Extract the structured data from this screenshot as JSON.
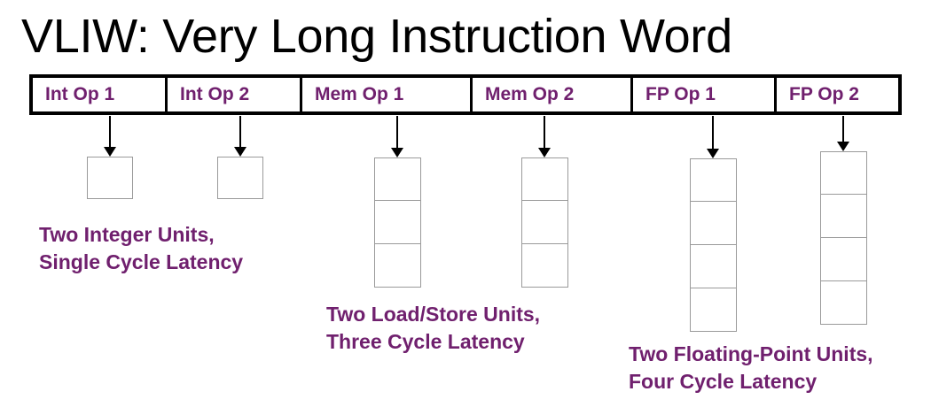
{
  "slide": {
    "title": "VLIW: Very Long Instruction Word",
    "title_color": "#000000",
    "accent_color": "#70206E",
    "background": "#ffffff",
    "border_color": "#000000",
    "cell_border_color": "#9a9a9a"
  },
  "bundle": {
    "name": "VLIW instruction bundle",
    "slots": [
      {
        "label": "Int Op 1"
      },
      {
        "label": "Int Op 2"
      },
      {
        "label": "Mem Op 1"
      },
      {
        "label": "Mem Op 2"
      },
      {
        "label": "FP Op 1"
      },
      {
        "label": "FP Op 2"
      }
    ]
  },
  "units": [
    {
      "slot": "Int Op 1",
      "type": "integer",
      "stages": 1
    },
    {
      "slot": "Int Op 2",
      "type": "integer",
      "stages": 1
    },
    {
      "slot": "Mem Op 1",
      "type": "load-store",
      "stages": 3
    },
    {
      "slot": "Mem Op 2",
      "type": "load-store",
      "stages": 3
    },
    {
      "slot": "FP Op 1",
      "type": "floating-point",
      "stages": 4
    },
    {
      "slot": "FP Op 2",
      "type": "floating-point",
      "stages": 4
    }
  ],
  "captions": [
    {
      "line1": "Two Integer Units,",
      "line2": "Single Cycle Latency"
    },
    {
      "line1": "Two Load/Store Units,",
      "line2": "Three Cycle Latency"
    },
    {
      "line1": "Two Floating-Point Units,",
      "line2": "Four Cycle Latency"
    }
  ]
}
